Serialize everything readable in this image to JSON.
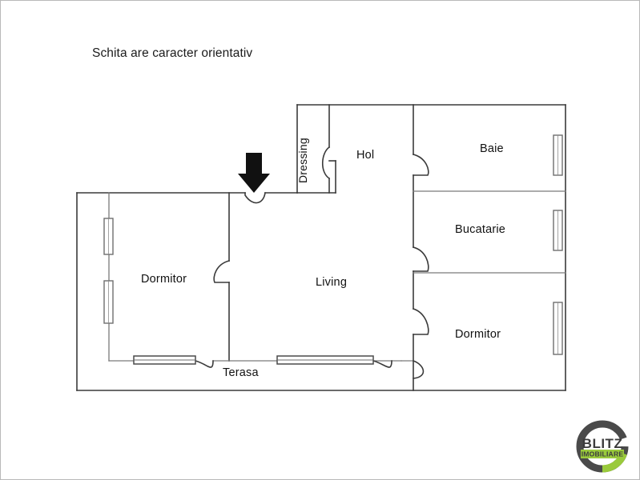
{
  "document": {
    "kind": "floor-plan",
    "note": "Schita are caracter orientativ",
    "language": "ro"
  },
  "rooms": [
    {
      "id": "dormitor-left",
      "label": "Dormitor",
      "orientation": "horizontal"
    },
    {
      "id": "living",
      "label": "Living",
      "orientation": "horizontal"
    },
    {
      "id": "hol",
      "label": "Hol",
      "orientation": "horizontal"
    },
    {
      "id": "dressing",
      "label": "Dressing",
      "orientation": "vertical"
    },
    {
      "id": "baie",
      "label": "Baie",
      "orientation": "horizontal"
    },
    {
      "id": "bucatarie",
      "label": "Bucatarie",
      "orientation": "horizontal"
    },
    {
      "id": "dormitor-right",
      "label": "Dormitor",
      "orientation": "horizontal"
    },
    {
      "id": "terasa",
      "label": "Terasa",
      "orientation": "horizontal"
    }
  ],
  "markers": {
    "entrance_arrow": "down-arrow-icon"
  },
  "logo": {
    "name": "blitz-imobiliare-logo",
    "primary_text": "BLITZ",
    "secondary_text": "IMOBILIARE",
    "ring_color": "#4a4a4a",
    "accent_color": "#9ACA3C",
    "text_color": "#3c3c3c"
  },
  "colors": {
    "wall": "#3a3a3a",
    "thin_wall": "#7a7a7a",
    "window": "#6e6e6e",
    "background": "#ffffff",
    "border": "#b9b9b9",
    "text": "#111111"
  }
}
